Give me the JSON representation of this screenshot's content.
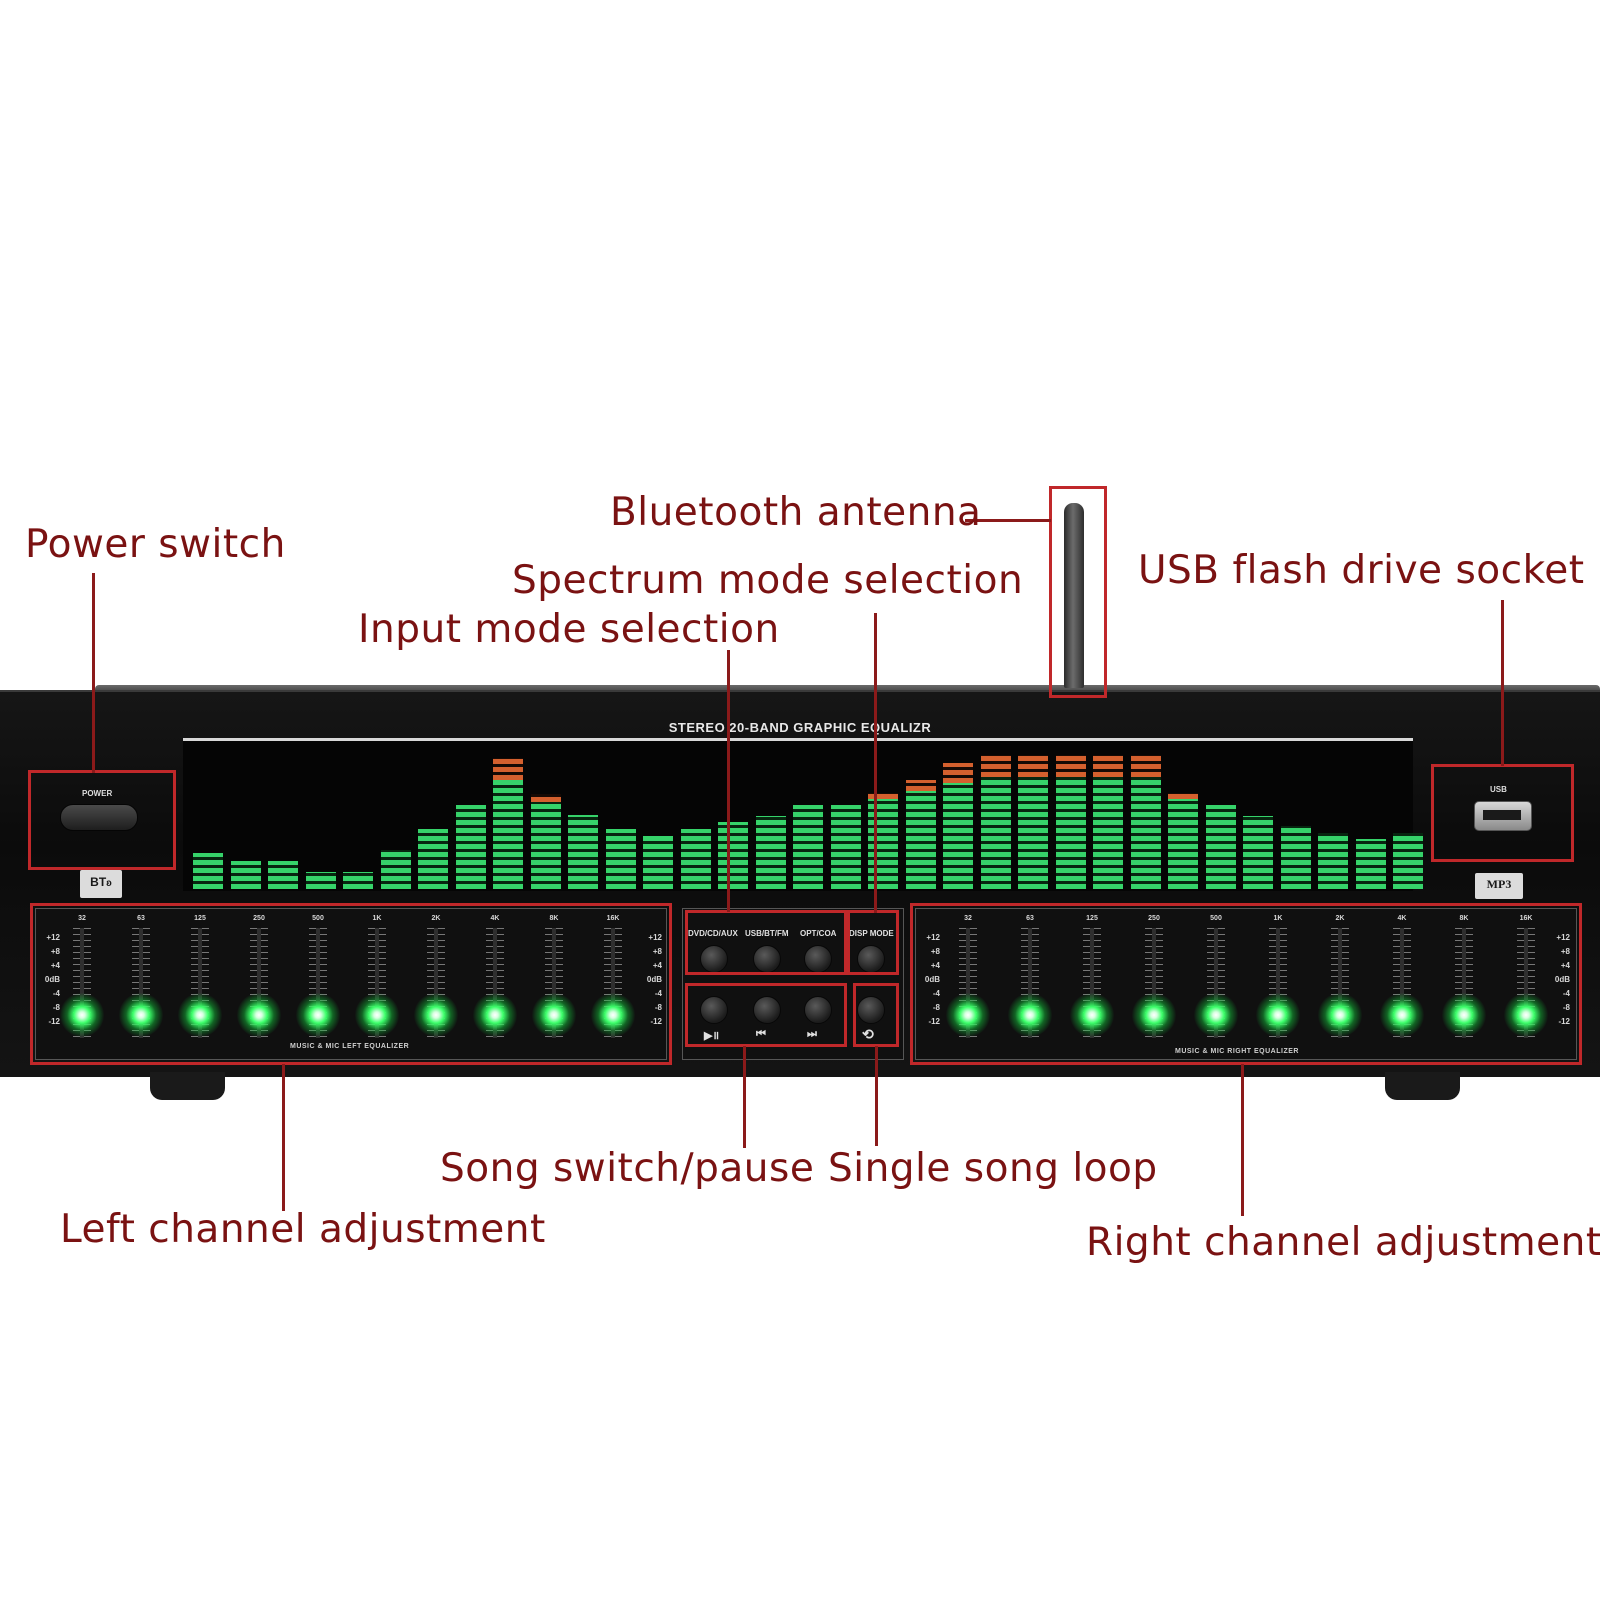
{
  "device": {
    "title": "STEREO 20-BAND GRAPHIC EQUALIZR",
    "power_label": "POWER",
    "usb_label": "USB",
    "bt_badge": "BT",
    "mp3_badge": "MP3",
    "bands": [
      "32",
      "63",
      "125",
      "250",
      "500",
      "1K",
      "2K",
      "4K",
      "8K",
      "16K"
    ],
    "db_scale": [
      "+12",
      "+8",
      "+4",
      "0dB",
      "-4",
      "-8",
      "-12"
    ],
    "left_eq_caption": "MUSIC & MIC LEFT EQUALIZER",
    "right_eq_caption": "MUSIC & MIC RIGHT EQUALIZER",
    "input_buttons": [
      "DVD/CD/AUX",
      "USB/BT/FM",
      "OPT/COA"
    ],
    "disp_mode_label": "DISP MODE",
    "transport_glyphs": [
      "▶॥",
      "⏮",
      "⏭"
    ],
    "loop_glyph": "⟲",
    "spectrum_levels": [
      0.26,
      0.2,
      0.2,
      0.12,
      0.12,
      0.28,
      0.43,
      0.6,
      0.78,
      0.62,
      0.53,
      0.43,
      0.38,
      0.43,
      0.48,
      0.52,
      0.6,
      0.6,
      0.64,
      0.7,
      0.76,
      0.8,
      0.8,
      0.8,
      0.8,
      0.8,
      0.64,
      0.6,
      0.52,
      0.45,
      0.4,
      0.36,
      0.4
    ],
    "spectrum_peak_levels": [
      0,
      0,
      0,
      0,
      0,
      0,
      0,
      0,
      0.16,
      0.06,
      0,
      0,
      0,
      0,
      0,
      0,
      0,
      0,
      0.04,
      0.08,
      0.14,
      0.16,
      0.16,
      0.16,
      0.16,
      0.16,
      0.04,
      0,
      0,
      0,
      0,
      0,
      0
    ]
  },
  "callouts": {
    "power_switch": "Power switch",
    "bluetooth_antenna": "Bluetooth antenna",
    "spectrum_mode": "Spectrum mode selection",
    "input_mode": "Input mode selection",
    "usb_socket": "USB flash drive socket",
    "song_switch": "Song switch/pause",
    "single_loop": "Single song loop",
    "left_channel": "Left channel adjustment",
    "right_channel": "Right channel adjustment"
  },
  "colors": {
    "callout_text": "#7a1212",
    "highlight_box": "#c0282a",
    "led_green": "#36d36a",
    "led_peak": "#d4602e"
  }
}
